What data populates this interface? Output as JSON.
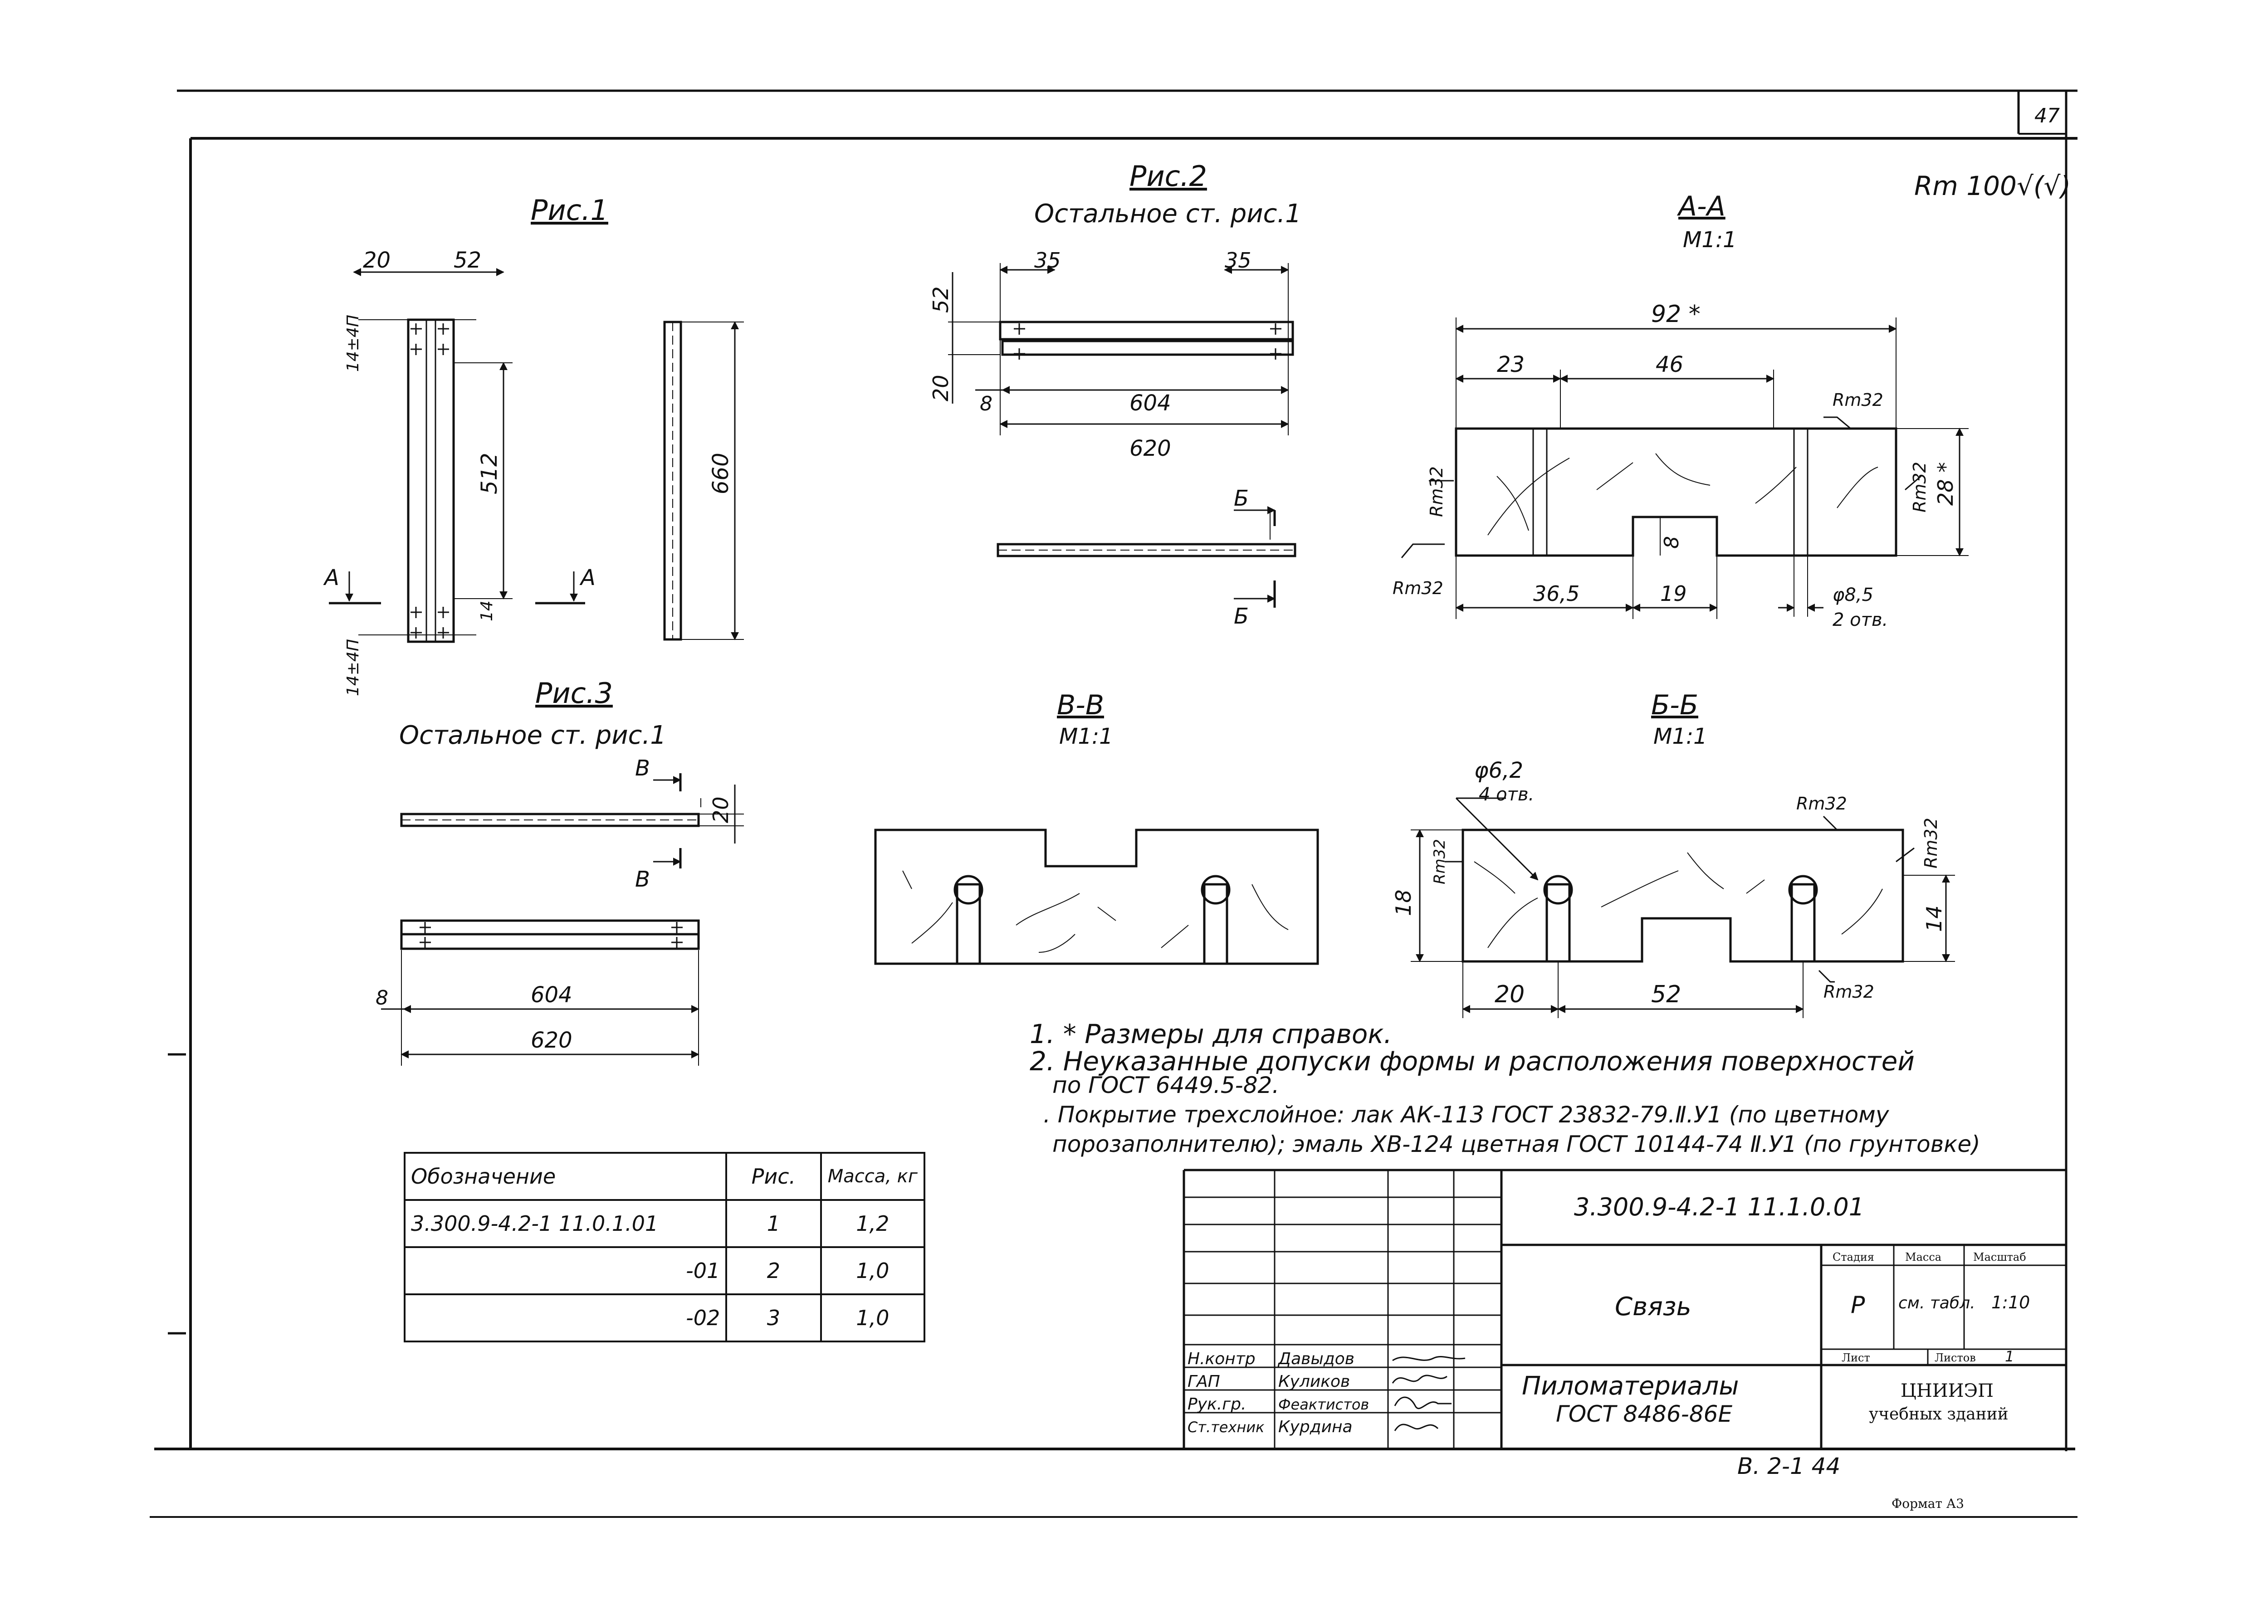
{
  "page_number": "47",
  "roughness_symbol": "Rm 100√(√)",
  "figures": {
    "fig1": {
      "title": "Рис.1",
      "dims": [
        "20",
        "52",
        "14±4П",
        "512",
        "14",
        "14±4П",
        "660"
      ],
      "section_marks": [
        "А",
        "А"
      ]
    },
    "fig2": {
      "title": "Рис.2",
      "subtitle": "Остальное ст. рис.1",
      "dims": [
        "35",
        "35",
        "52",
        "20",
        "8",
        "604",
        "620"
      ],
      "section_marks": [
        "Б",
        "Б"
      ]
    },
    "fig3": {
      "title": "Рис.3",
      "subtitle": "Остальное ст. рис.1",
      "dims": [
        "20",
        "8",
        "604",
        "620"
      ],
      "section_marks": [
        "В",
        "В"
      ]
    }
  },
  "sections": {
    "aa": {
      "title": "А-А",
      "scale": "М1:1",
      "dims": [
        "92 *",
        "23",
        "46",
        "Rm32",
        "Rm32",
        "Rm32",
        "28 *",
        "Rm32",
        "8",
        "36,5",
        "19",
        "φ8,5",
        "2 отв."
      ]
    },
    "vv": {
      "title": "В-В",
      "scale": "М1:1"
    },
    "bb": {
      "title": "Б-Б",
      "scale": "М1:1",
      "dims": [
        "φ6,2",
        "4 отв.",
        "Rm32",
        "Rm32",
        "Rm32",
        "18",
        "14",
        "20",
        "52",
        "Rm32"
      ]
    }
  },
  "notes": [
    "1. * Размеры для справок.",
    "2. Неуказанные допуски формы и расположения поверхностей",
    "по ГОСТ 6449.5-82.",
    ". Покрытие трехслойное: лак АК-113 ГОСТ 23832-79.Ⅱ.У1 (по цветному",
    "порозаполнителю); эмаль ХВ-124 цветная ГОСТ 10144-74 Ⅱ.У1 (по грунтовке)"
  ],
  "spec_table": {
    "headers": [
      "Обозначение",
      "Рис.",
      "Масса, кг"
    ],
    "rows": [
      [
        "3.300.9-4.2-1 11.0.1.01",
        "1",
        "1,2"
      ],
      [
        "-01",
        "2",
        "1,0"
      ],
      [
        "-02",
        "3",
        "1,0"
      ]
    ]
  },
  "title_block": {
    "designation": "3.300.9-4.2-1 11.1.0.01",
    "name": "Связь",
    "stage_header": "Стадия",
    "mass_header": "Масса",
    "scale_header": "Масштаб",
    "stage": "Р",
    "mass": "см. табл.",
    "scale": "1:10",
    "sheet_label": "Лист",
    "sheets_label": "Листов",
    "sheets": "1",
    "material_line1": "Пиломатериалы",
    "material_line2": "ГОСТ 8486-86Е",
    "org_line1": "ЦНИИЭП",
    "org_line2": "учебных зданий",
    "signatures": [
      {
        "role": "Н.контр",
        "name": "Давыдов"
      },
      {
        "role": "ГАП",
        "name": "Куликов"
      },
      {
        "role": "Рук.гр.",
        "name": "Феактистов"
      },
      {
        "role": "Ст.техник",
        "name": "Курдина"
      }
    ]
  },
  "bottom_code": "В. 2-1  44",
  "format": "Формат А3"
}
